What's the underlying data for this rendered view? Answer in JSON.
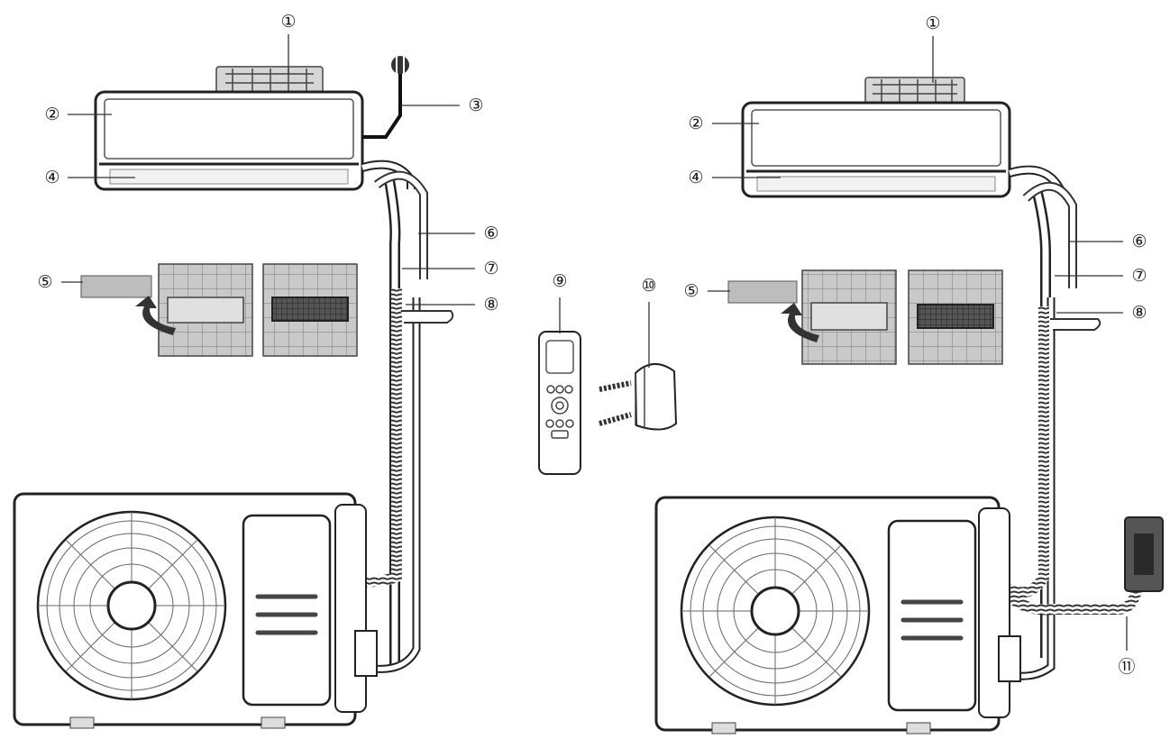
{
  "labels": {
    "c1": "①",
    "c2": "②",
    "c3": "③",
    "c4": "④",
    "c5": "⑤",
    "c6": "⑥",
    "c7": "⑦",
    "c8": "⑧",
    "c9": "⑨",
    "c10": "⑩",
    "c11": "⑪"
  }
}
